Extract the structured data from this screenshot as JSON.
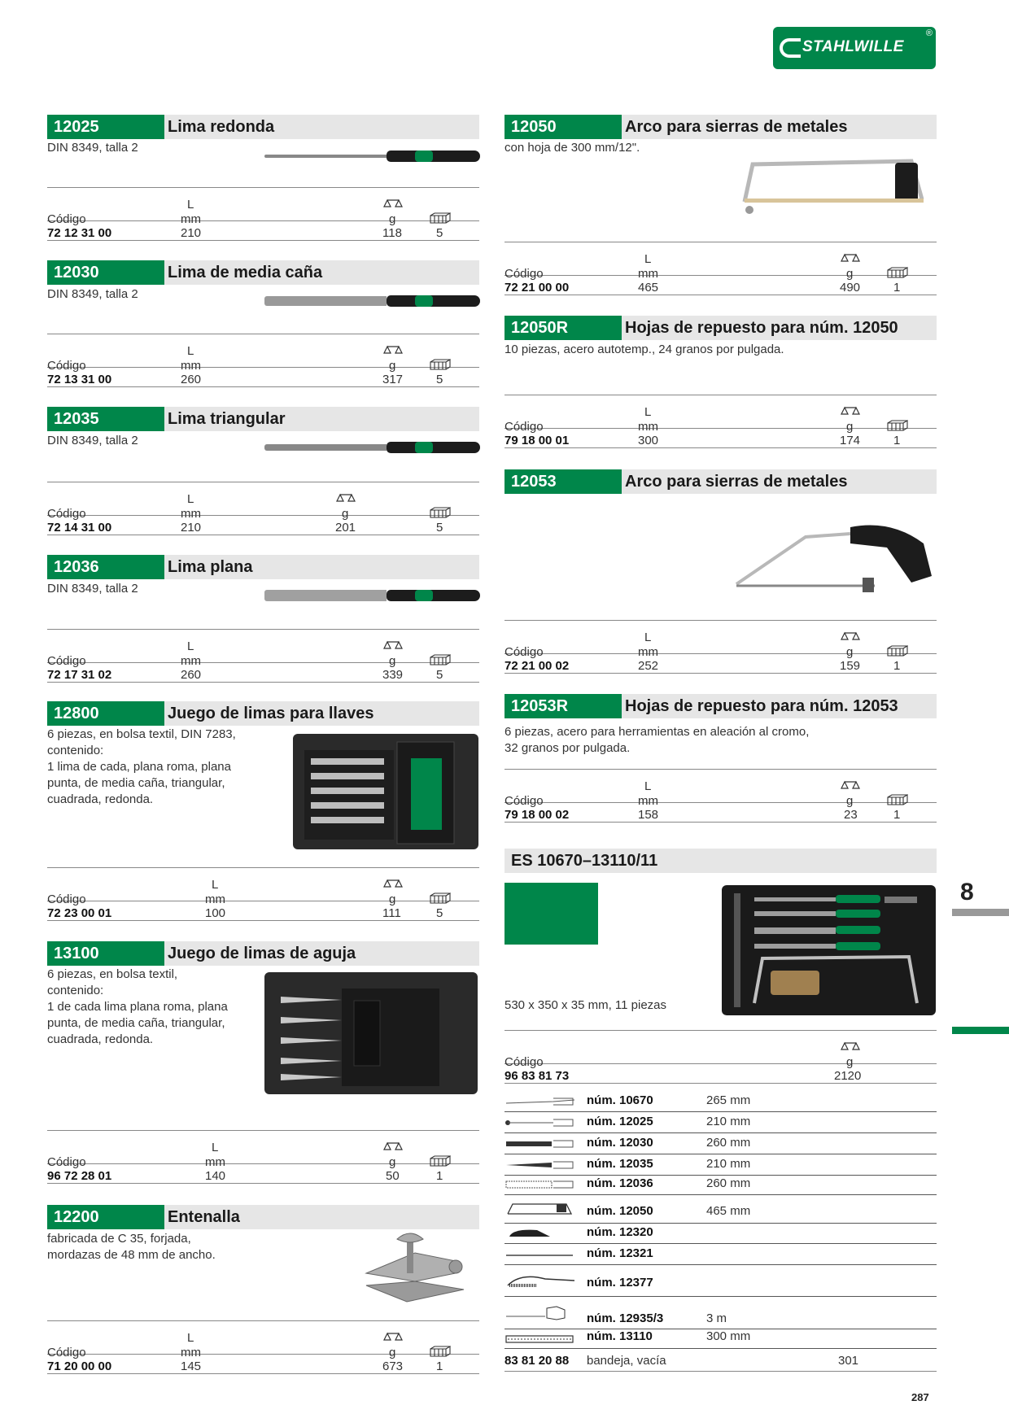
{
  "brand": "STAHLWILLE",
  "page_number": "287",
  "chapter": "8",
  "colors": {
    "accent": "#00864a",
    "header_bg": "#e6e6e6"
  },
  "col_labels": {
    "code": "Código",
    "length": "L",
    "length_unit": "mm",
    "weight_unit": "g"
  },
  "products": [
    {
      "num": "12025",
      "title": "Lima redonda",
      "desc": [
        "DIN 8349, talla 2"
      ],
      "code": "72 12 31 00",
      "length": "210",
      "weight": "118",
      "qty": "5"
    },
    {
      "num": "12030",
      "title": "Lima de media caña",
      "desc": [
        "DIN 8349, talla 2"
      ],
      "code": "72 13 31 00",
      "length": "260",
      "weight": "317",
      "qty": "5"
    },
    {
      "num": "12035",
      "title": "Lima triangular",
      "desc": [
        "DIN 8349, talla 2"
      ],
      "code": "72 14 31 00",
      "length": "210",
      "weight": "201",
      "qty": "5"
    },
    {
      "num": "12036",
      "title": "Lima plana",
      "desc": [
        "DIN 8349, talla 2"
      ],
      "code": "72 17 31 02",
      "length": "260",
      "weight": "339",
      "qty": "5"
    },
    {
      "num": "12800",
      "title": "Juego de limas para llaves",
      "desc": [
        "6 piezas, en bolsa textil, DIN 7283,",
        "contenido:",
        "1 lima de cada, plana roma, plana",
        "punta, de media caña, triangular,",
        "cuadrada, redonda."
      ],
      "code": "72 23 00 01",
      "length": "100",
      "weight": "111",
      "qty": "5"
    },
    {
      "num": "13100",
      "title": "Juego de limas de aguja",
      "desc": [
        "6 piezas, en bolsa textil,",
        "contenido:",
        "1 de cada lima plana roma, plana",
        "punta, de media caña, triangular,",
        "cuadrada, redonda."
      ],
      "code": "96 72 28 01",
      "length": "140",
      "weight": "50",
      "qty": "1"
    },
    {
      "num": "12200",
      "title": "Entenalla",
      "desc": [
        "fabricada de C 35, forjada,",
        "mordazas de 48 mm de ancho."
      ],
      "code": "71 20 00 00",
      "length": "145",
      "weight": "673",
      "qty": "1"
    },
    {
      "num": "12050",
      "title": "Arco para sierras de metales",
      "desc": [
        "con hoja de 300 mm/12\"."
      ],
      "code": "72 21 00 00",
      "length": "465",
      "weight": "490",
      "qty": "1"
    },
    {
      "num": "12050R",
      "title": "Hojas de repuesto para núm. 12050",
      "desc": [
        "10 piezas, acero autotemp., 24 granos por pulgada."
      ],
      "code": "79 18 00 01",
      "length": "300",
      "weight": "174",
      "qty": "1"
    },
    {
      "num": "12053",
      "title": "Arco para sierras de metales",
      "desc": [],
      "code": "72 21 00 02",
      "length": "252",
      "weight": "159",
      "qty": "1"
    },
    {
      "num": "12053R",
      "title": "Hojas de repuesto para núm. 12053",
      "desc": [
        "6 piezas, acero para herramientas en aleación al cromo,",
        "32 granos por pulgada."
      ],
      "code": "79 18 00 02",
      "length": "158",
      "weight": "23",
      "qty": "1"
    }
  ],
  "set": {
    "title": "ES 10670–13110/11",
    "desc": "530 x 350 x 35 mm, 11 piezas",
    "code": "96 83 81 73",
    "weight": "2120",
    "components": [
      {
        "num": "núm. 10670",
        "value": "265 mm"
      },
      {
        "num": "núm. 12025",
        "value": "210 mm"
      },
      {
        "num": "núm. 12030",
        "value": "260 mm"
      },
      {
        "num": "núm. 12035",
        "value": "210 mm"
      },
      {
        "num": "núm. 12036",
        "value": "260 mm"
      },
      {
        "num": "núm. 12050",
        "value": "465 mm"
      },
      {
        "num": "núm. 12320",
        "value": ""
      },
      {
        "num": "núm. 12321",
        "value": ""
      },
      {
        "num": "núm. 12377",
        "value": ""
      },
      {
        "num": "núm. 12935/3",
        "value": "3 m"
      },
      {
        "num": "núm. 13110",
        "value": "300 mm"
      }
    ],
    "tray": {
      "code": "83 81 20 88",
      "label": "bandeja, vacía",
      "weight": "301"
    }
  }
}
